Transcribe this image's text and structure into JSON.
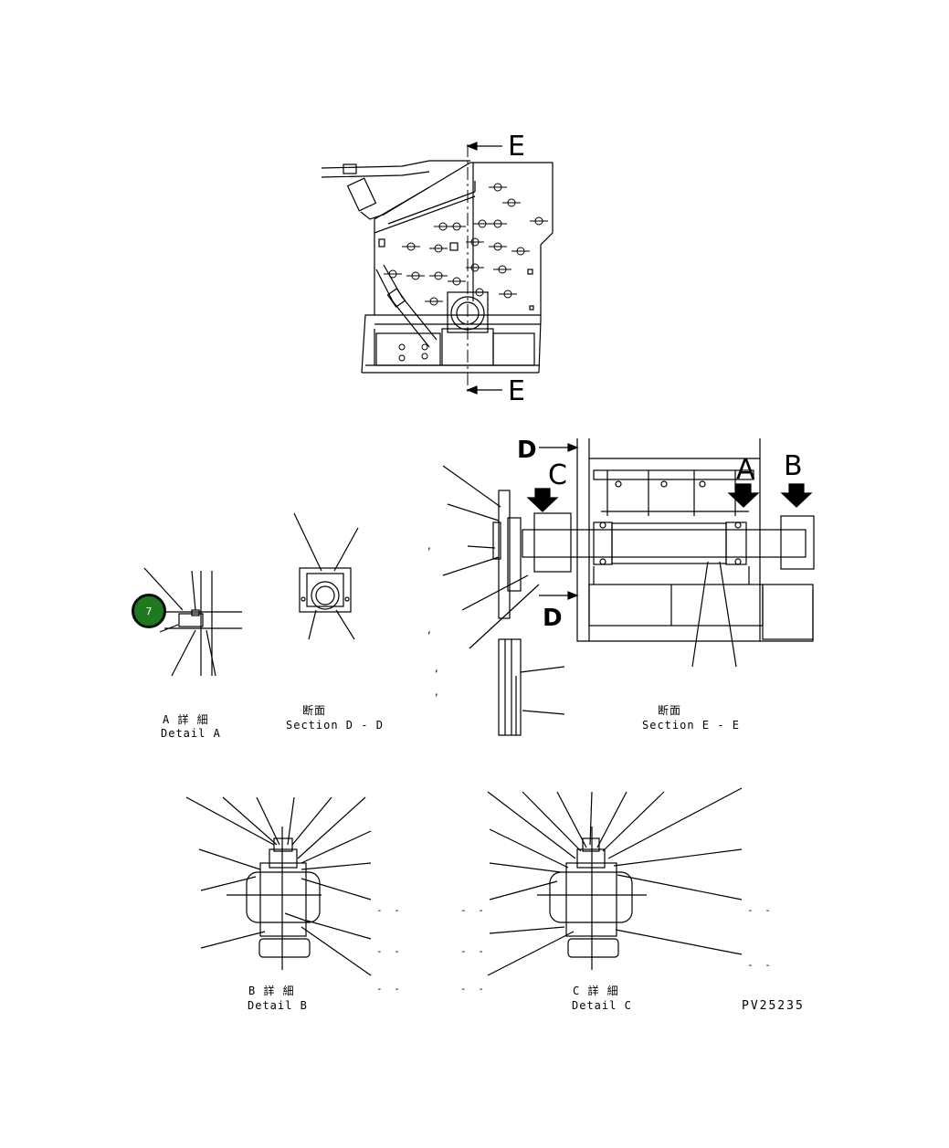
{
  "callout_badge": {
    "number": "7",
    "color": "#1f7a1f"
  },
  "section_markers": {
    "e_top": "E",
    "e_bottom": "E",
    "d_top": "D",
    "d_bottom": "D",
    "c": "C",
    "a": "A",
    "b": "B"
  },
  "captions": {
    "detail_a_jp": "A 詳 細",
    "detail_a_en": "Detail A",
    "section_dd_jp": "断面",
    "section_dd_en": "Section D - D",
    "section_ee_jp": "断面",
    "section_ee_en": "Section E - E",
    "detail_b_jp": "B 詳 細",
    "detail_b_en": "Detail B",
    "detail_c_jp": "C 詳 細",
    "detail_c_en": "Detail C"
  },
  "drawing_number": "PV25235",
  "placeholder_marks": {
    "comma": ",",
    "dash_pair": "- -"
  }
}
